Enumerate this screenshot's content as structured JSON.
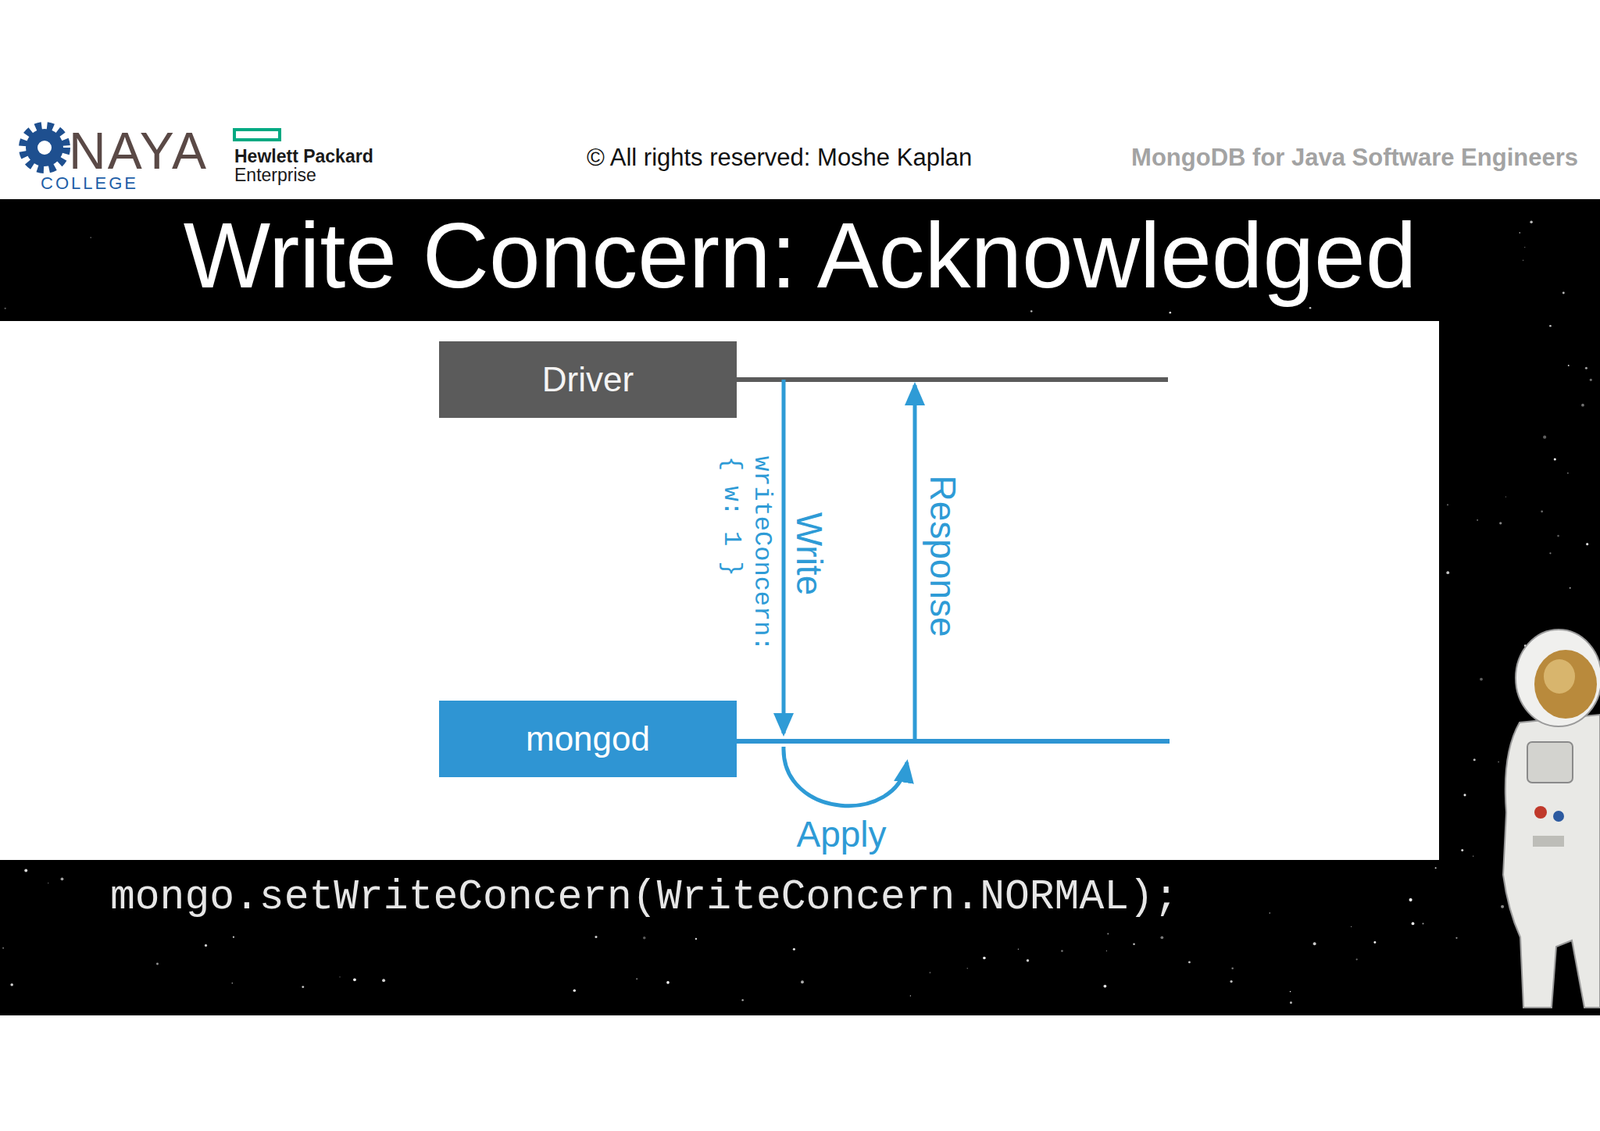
{
  "diagram": {
    "title": "Write Concern: Acknowledged",
    "nodes": [
      {
        "text": [
          "Driver"
        ]
      },
      {
        "text": [
          "mongod"
        ]
      }
    ],
    "edges": [
      {
        "from": 0,
        "to": 1,
        "arrow": "to",
        "label": "Write"
      },
      {
        "from": 1,
        "to": 0,
        "arrow": "to",
        "label": "Response"
      }
    ],
    "labels": [
      "NAYA",
      "COLLEGE",
      "Hewlett Packard",
      "Enterprise",
      "© All rights reserved: Moshe Kaplan",
      "MongoDB for Java Software Engineers",
      "writeConcern:",
      "{ w: 1 }",
      "Apply",
      "mongo.setWriteConcern(WriteConcern.NORMAL);"
    ]
  }
}
